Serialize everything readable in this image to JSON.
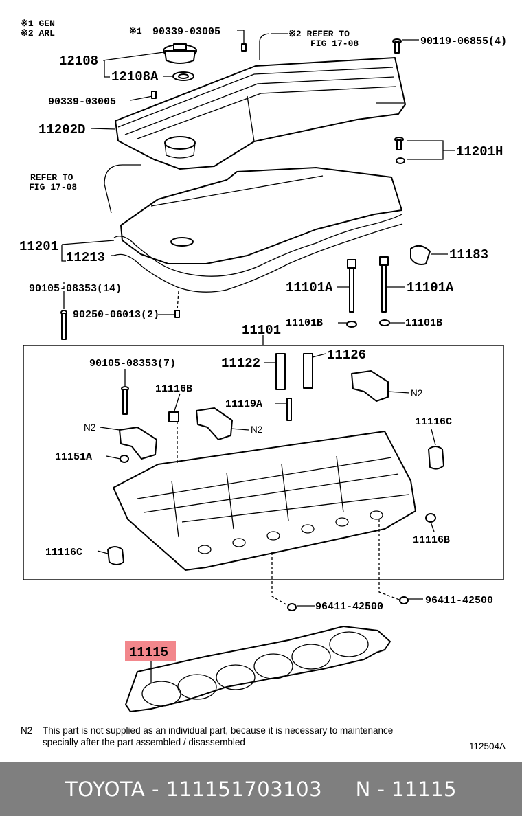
{
  "legend": {
    "mark1": "※1 GEN",
    "mark2": "※2 ARL"
  },
  "labels": {
    "l_90339_top": "90339-03005",
    "l_mark1": "※1",
    "l_refer_top_1": "※2 REFER TO",
    "l_refer_top_2": "FIG 17-08",
    "l_90119": "90119-06855(4)",
    "l_12108": "12108",
    "l_12108a": "12108A",
    "l_90339_mid": "90339-03005",
    "l_11202d": "11202D",
    "l_11201h": "11201H",
    "l_refer_left_1": "REFER TO",
    "l_refer_left_2": "FIG 17-08",
    "l_11201": "11201",
    "l_11213": "11213",
    "l_11183": "11183",
    "l_90105_14": "90105-08353(14)",
    "l_90250": "90250-06013(2)",
    "l_11101a_l": "11101A",
    "l_11101a_r": "11101A",
    "l_11101b_l": "11101B",
    "l_11101b_r": "11101B",
    "l_11101": "11101",
    "l_90105_7": "90105-08353(7)",
    "l_11122": "11122",
    "l_11126": "11126",
    "l_11116b_t": "11116B",
    "l_11119a": "11119A",
    "l_n2_r": "N2",
    "l_n2_m": "N2",
    "l_n2_l": "N2",
    "l_11116c_r": "11116C",
    "l_11151a": "11151A",
    "l_11116b_b": "11116B",
    "l_11116c_l": "11116C",
    "l_96411_l": "96411-42500",
    "l_96411_r": "96411-42500",
    "l_11115": "11115"
  },
  "highlight": {
    "label_key": "l_11115",
    "color": "#f2878c"
  },
  "note": {
    "marker": "N2",
    "line1": "This part is not supplied as an individual part, because it is necessary to maintenance",
    "line2": "specially after the part assembled / disassembled"
  },
  "figure_id": "112504A",
  "footer": {
    "brand": "TOYOTA",
    "part_number": "111151703103",
    "ref": "N - 11115",
    "text": "TOYOTA - 111151703103     N - 11115",
    "bg_color": "#7f7f7f",
    "text_color": "#ffffff"
  }
}
